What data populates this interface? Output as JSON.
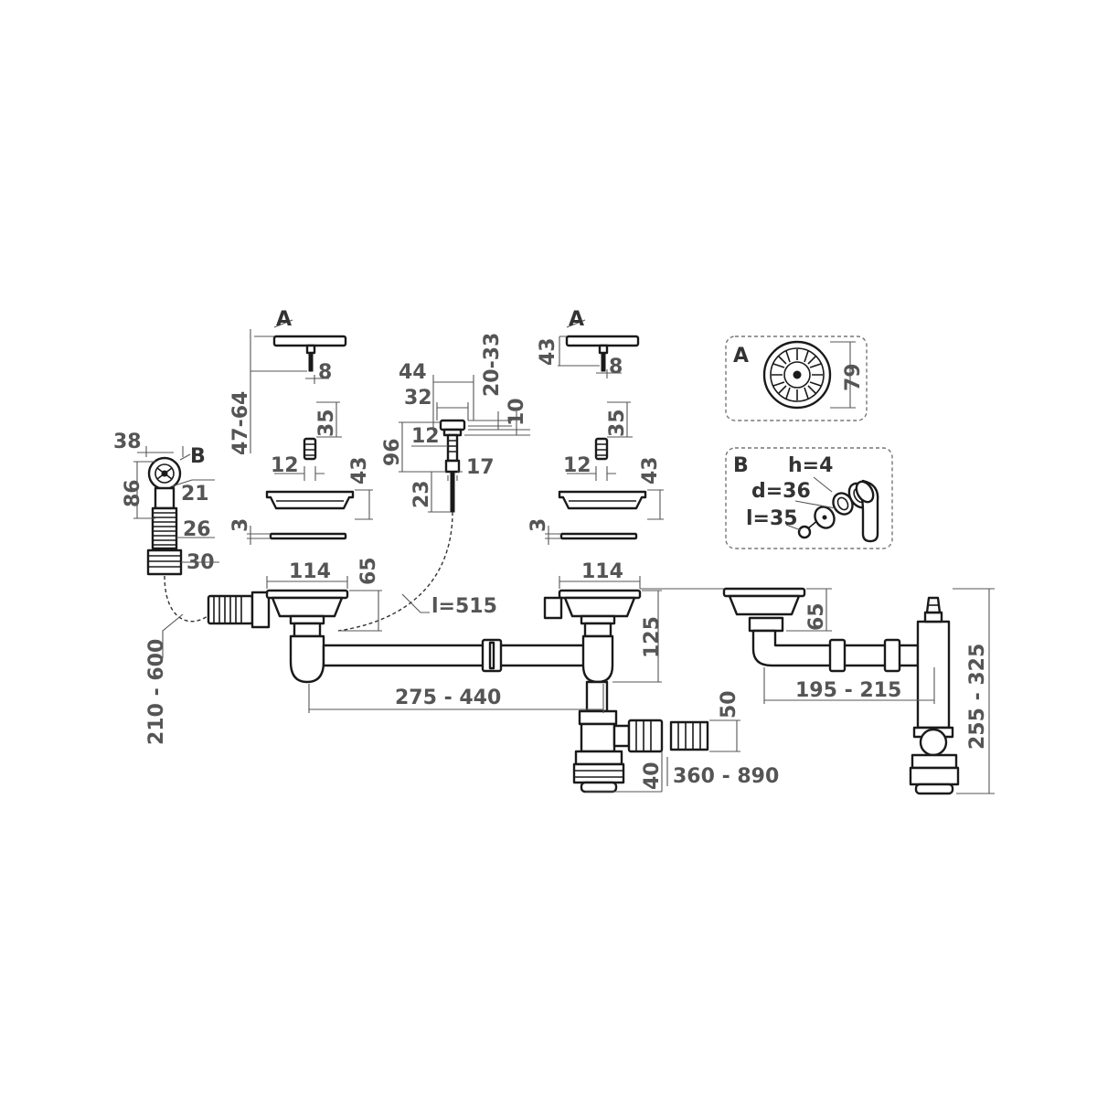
{
  "labels": {
    "dim_38": "38",
    "callout_b_left": "B",
    "dim_86": "86",
    "dim_21": "21",
    "dim_26": "26",
    "dim_30": "30",
    "dim_210_600": "210 - 600",
    "callout_a_left": "A",
    "dim_47_64": "47-64",
    "dim_8_left": "8",
    "dim_35_left": "35",
    "dim_12_left": "12",
    "dim_43_left": "43",
    "dim_3_left": "3",
    "dim_44": "44",
    "dim_32": "32",
    "dim_20_33": "20-33",
    "dim_10": "10",
    "dim_96": "96",
    "dim_12_mid": "12",
    "dim_17": "17",
    "dim_23": "23",
    "callout_a_right": "A",
    "dim_43_top_right": "43",
    "dim_8_right": "8",
    "dim_35_right": "35",
    "dim_12_right": "12",
    "dim_43_right": "43",
    "dim_3_right": "3",
    "dim_114_left": "114",
    "dim_65_left": "65",
    "dim_l515": "l=515",
    "dim_114_right": "114",
    "dim_125": "125",
    "dim_275_440": "275 - 440",
    "dim_50": "50",
    "dim_40": "40",
    "dim_360_890": "360 - 890",
    "dim_65_far": "65",
    "dim_195_215": "195 - 215",
    "dim_255_325": "255 - 325",
    "box_a_title": "A",
    "dim_79": "79",
    "box_b_title": "B",
    "spec_h": "h=4",
    "spec_d": "d=36",
    "spec_l": "l=35"
  }
}
